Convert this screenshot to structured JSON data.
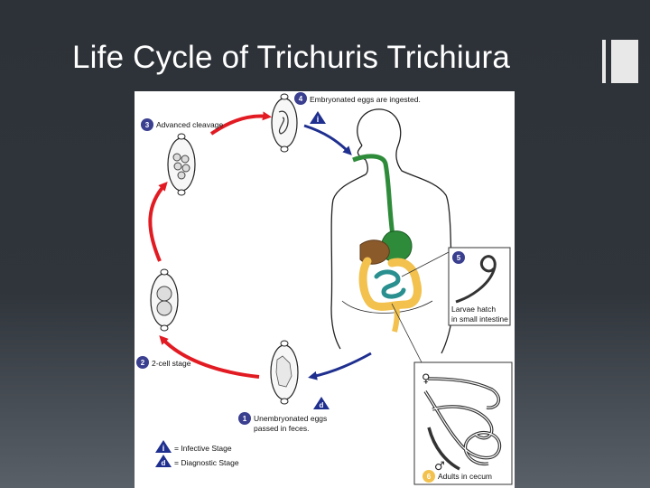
{
  "slide": {
    "title": "Life Cycle of Trichuris Trichiura"
  },
  "diagram": {
    "stages": {
      "s1": {
        "number": "1",
        "label_line1": "Unembryonated eggs",
        "label_line2": "passed in feces."
      },
      "s2": {
        "number": "2",
        "label": "2-cell stage"
      },
      "s3": {
        "number": "3",
        "label": "Advanced cleavage"
      },
      "s4": {
        "number": "4",
        "label": "Embryonated eggs are ingested."
      },
      "s5": {
        "number": "5",
        "label_line1": "Larvae hatch",
        "label_line2": "in small intestine"
      },
      "s6": {
        "number": "6",
        "label": "Adults in cecum"
      }
    },
    "stage_markers": {
      "infective": "i",
      "diagnostic": "d"
    },
    "sex_symbols": {
      "female": "♀",
      "male": "♂"
    },
    "legend": {
      "infective_stage": "= Infective Stage",
      "diagnostic_stage": "= Diagnostic Stage"
    },
    "colors": {
      "stage_number_fill": "#3a3f8f",
      "adult_stage_fill": "#f2c14e",
      "development_arrow": "#e21b23",
      "transmission_arrow": "#1f2f8f",
      "esophagus_stomach": "#2e8b3a",
      "liver": "#8b5a2b",
      "small_intestine": "#2a8f8f",
      "large_intestine": "#f2c14e"
    }
  }
}
